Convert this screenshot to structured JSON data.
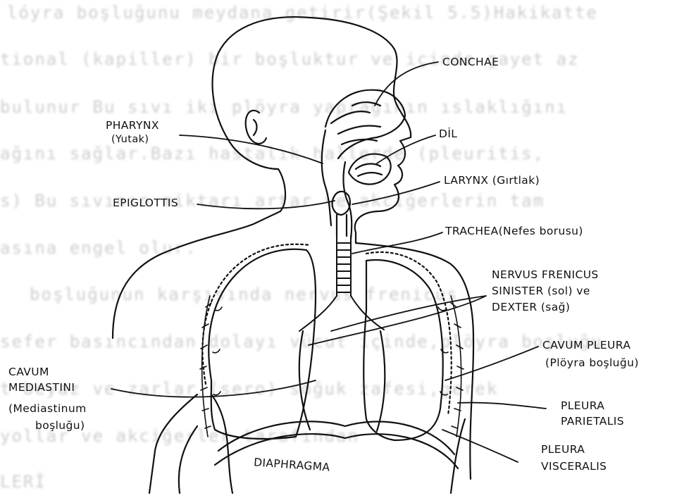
{
  "background_text": [
    "lóyra boşluğunu meydana getirir(Şekil 5.5)Hakikatte",
    "tional (kapiller) bir boşluktur ve içinde gayet az",
    "bulunur Bu sıvı iki plöyra yaprağının ıslaklığını",
    "ağını sağlar.Bazı hastalık hallerde (pleuritis,",
    "s) Bu sıvının miktarı artar ve akciğerlerin tam",
    "asına engel olur.",
    "boşluğunun karşısında nervus frenicus",
    "sefer basıncından dolayı vücut içinde,plöyra boşluğu",
    "t beyaz ve zarlar (sero) soğuk zafesi,gerek",
    "yollar ve akciğerler tarafından",
    "LERİ"
  ],
  "labels": {
    "conchae": "CONCHAE",
    "pharynx": "PHARYNX",
    "yutak": "(Yutak)",
    "dil": "DİL",
    "larynx": "LARYNX (Gırtlak)",
    "epiglottis": "EPIGLOTTIS",
    "trachea": "TRACHEA(Nefes borusu)",
    "nervus_1": "NERVUS FRENICUS",
    "nervus_2": "SINISTER (sol) ve",
    "nervus_3": "DEXTER (sağ)",
    "cavum_pleura": "CAVUM PLEURA",
    "ployra": "(Plöyra boşluğu)",
    "cavum": "CAVUM",
    "mediastini": "MEDIASTINI",
    "mediastinum": "(Mediastinum",
    "boslugu": "boşluğu)",
    "pleura_parietalis_1": "PLEURA",
    "pleura_parietalis_2": "PARIETALIS",
    "pleura_visceralis_1": "PLEURA",
    "pleura_visceralis_2": "VISCERALIS",
    "diaphragma": "DIAPHRAGMA"
  },
  "colors": {
    "ink": "#111111",
    "background_text": "#bcbcbc"
  }
}
